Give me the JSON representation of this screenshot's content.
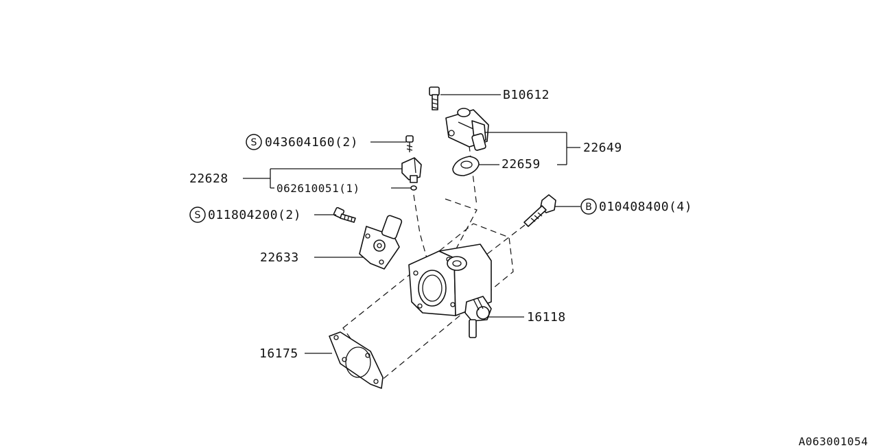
{
  "diagram": {
    "catalog_ref": "A063001054",
    "symbols": {
      "bolt_marker": "B",
      "screw_marker": "S"
    },
    "callouts": [
      {
        "id": "b10612",
        "code": "B10612"
      },
      {
        "id": "22649",
        "code": "22649"
      },
      {
        "id": "22659",
        "code": "22659"
      },
      {
        "id": "043604160",
        "code": "043604160(2)"
      },
      {
        "id": "22628",
        "code": "22628"
      },
      {
        "id": "062610051",
        "code": "062610051(1)"
      },
      {
        "id": "010408400",
        "code": "010408400(4)"
      },
      {
        "id": "011804200",
        "code": "011804200(2)"
      },
      {
        "id": "22633",
        "code": "22633"
      },
      {
        "id": "16118",
        "code": "16118"
      },
      {
        "id": "16175",
        "code": "16175"
      }
    ]
  }
}
